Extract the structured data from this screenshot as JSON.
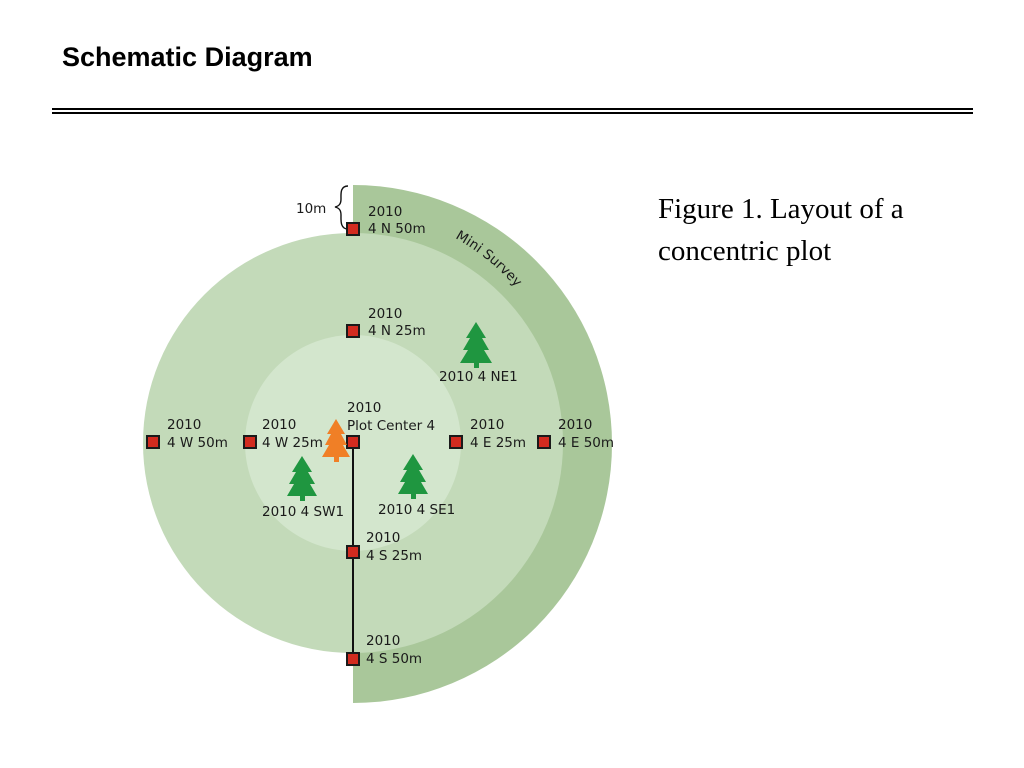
{
  "slide": {
    "title": "Schematic Diagram",
    "caption": "Figure 1. Layout of a concentric plot"
  },
  "diagram": {
    "colors": {
      "outer_band": "#a9c79a",
      "middle_ring": "#c3dab9",
      "inner_ring": "#d3e6cd",
      "marker_fill": "#d22b1f",
      "marker_border": "#1a1a1a",
      "tree_green": "#1f9640",
      "tree_orange": "#f07f26"
    },
    "scale_label": "10m",
    "band_label": "Mini Survey",
    "markers": [
      {
        "year": "2010",
        "name": "4 N 50m"
      },
      {
        "year": "2010",
        "name": "4 N 25m"
      },
      {
        "year": "2010",
        "name": "Plot Center 4"
      },
      {
        "year": "2010",
        "name": "4 W 50m"
      },
      {
        "year": "2010",
        "name": "4 W 25m"
      },
      {
        "year": "2010",
        "name": "4 E 25m"
      },
      {
        "year": "2010",
        "name": "4 E 50m"
      },
      {
        "year": "2010",
        "name": "4 S 25m"
      },
      {
        "year": "2010",
        "name": "4 S 50m"
      }
    ],
    "trees": [
      {
        "label": "2010 4 NE1",
        "color": "green"
      },
      {
        "label": "2010 4 SW1",
        "color": "green"
      },
      {
        "label": "2010 4 SE1",
        "color": "green"
      },
      {
        "label": "",
        "color": "orange"
      }
    ]
  }
}
